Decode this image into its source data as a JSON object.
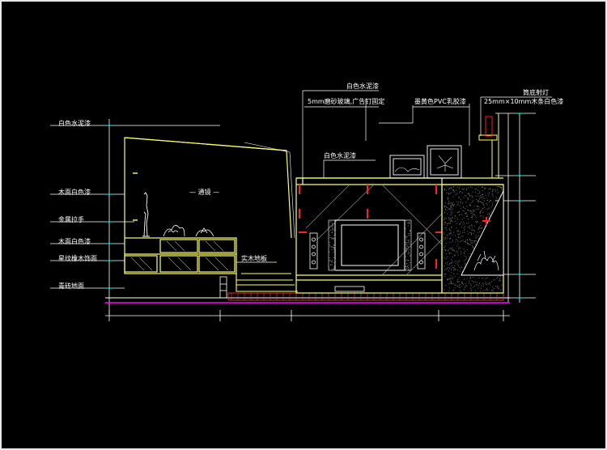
{
  "drawing": {
    "left_labels": {
      "ceiling": "白色水泥漆",
      "wall_paint": "木面白色漆",
      "handle": "金属拉手",
      "cabinet_paint": "木面白色漆",
      "veneer": "星纹橡木饰面",
      "floor": "青砖地面"
    },
    "top_labels": {
      "paint": "白色水泥漆",
      "glass": "5mm磨砂玻璃,广告钉固定",
      "pvc": "墨黄色PVC乳胶漆",
      "downlight": "筒底射灯",
      "strip": "25mm×10mm木条白色漆"
    },
    "inner_labels": {
      "mirror": "— 通镜 —",
      "wall_paint": "白色水泥漆",
      "wood_floor": "实木地板"
    },
    "colors": {
      "background": "#000000",
      "outline": "#ffff66",
      "leader": "#ffffff",
      "cyan": "#00ffff",
      "magenta": "#ff00ff",
      "red": "#ff2020",
      "grey": "#8c8c8c"
    }
  }
}
